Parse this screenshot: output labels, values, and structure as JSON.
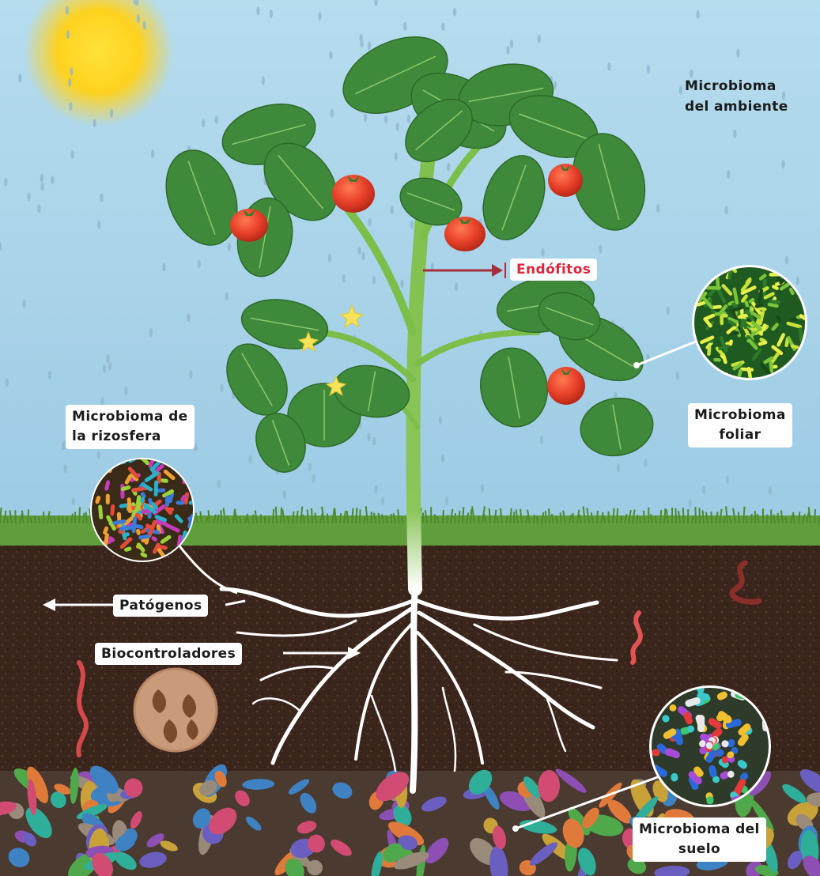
{
  "labels": {
    "ambient_line1": "Microbioma",
    "ambient_line2": "del ambiente",
    "endophytes": "Endófitos",
    "rhizosphere_line1": "Microbioma de",
    "rhizosphere_line2": "la rizosfera",
    "foliar_line1": "Microbioma",
    "foliar_line2": "foliar",
    "pathogens": "Patógenos",
    "biocontrollers": "Biocontroladores",
    "soil_line1": "Microbioma del",
    "soil_line2": "suelo"
  },
  "colors": {
    "sky": "#a9d4ea",
    "grass": "#5f9e3a",
    "soil": "#3a251c",
    "stem": "#7bbf4a",
    "leaf": "#3f8a3a",
    "tomato": "#e8402a",
    "root": "#ffffff",
    "accent_label": "#e0253a"
  }
}
